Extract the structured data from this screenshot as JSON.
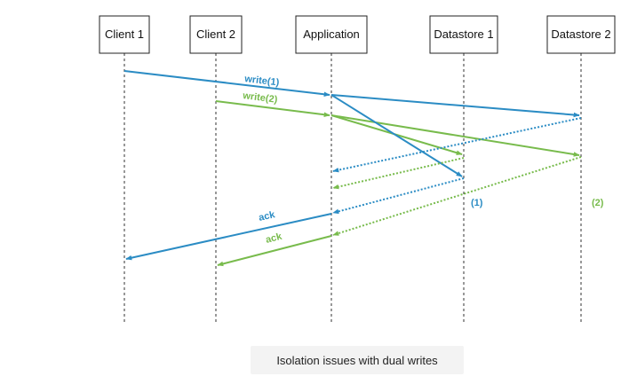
{
  "participants": [
    {
      "id": "client1",
      "label": "Client 1"
    },
    {
      "id": "client2",
      "label": "Client 2"
    },
    {
      "id": "application",
      "label": "Application"
    },
    {
      "id": "datastore1",
      "label": "Datastore 1"
    },
    {
      "id": "datastore2",
      "label": "Datastore 2"
    }
  ],
  "labels": {
    "write1": "write(1)",
    "write2": "write(2)",
    "ack_blue": "ack",
    "ack_green": "ack",
    "ds1_value": "(1)",
    "ds2_value": "(2)"
  },
  "colors": {
    "blue": "#2b8cc4",
    "green": "#78bb4c"
  },
  "caption": "Isolation issues with dual writes"
}
